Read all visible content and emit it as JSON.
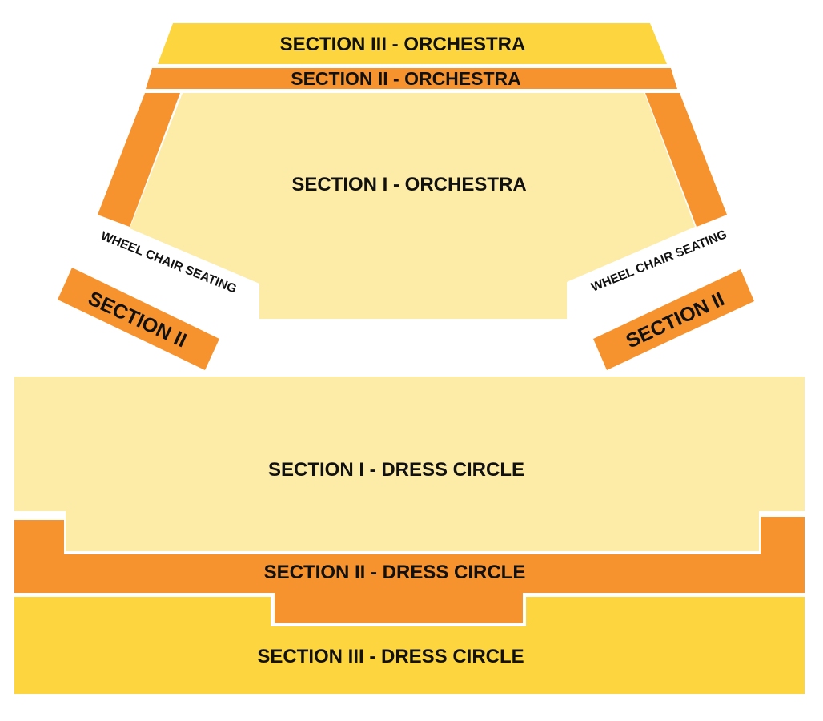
{
  "colors": {
    "section_1": "#fdeba8",
    "section_2": "#f7932e",
    "section_3": "#fdd53f",
    "wheelchair": "#ffffff",
    "background": "#ffffff",
    "label": "#111111"
  },
  "orchestra": {
    "section_3_label": "SECTION III - ORCHESTRA",
    "section_2_label": "SECTION II - ORCHESTRA",
    "section_1_label": "SECTION I - ORCHESTRA",
    "wheelchair_left_label": "WHEEL CHAIR SEATING",
    "wheelchair_right_label": "WHEEL CHAIR SEATING",
    "side_left_label": "SECTION II",
    "side_right_label": "SECTION II"
  },
  "dress_circle": {
    "section_1_label": "SECTION I - DRESS CIRCLE",
    "section_2_label": "SECTION II - DRESS CIRCLE",
    "section_3_label": "SECTION III - DRESS CIRCLE"
  }
}
